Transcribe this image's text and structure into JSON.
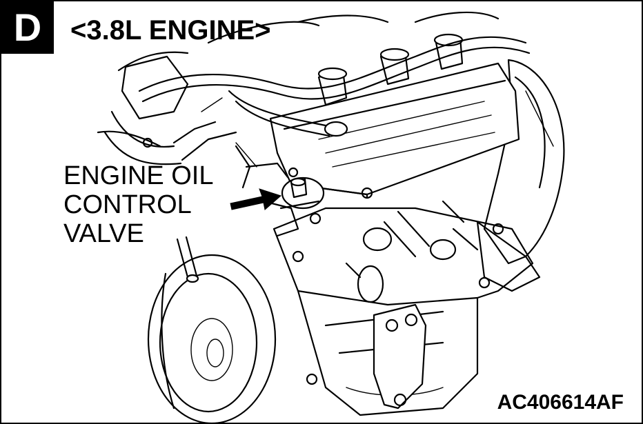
{
  "panel_letter": "D",
  "title": "<3.8L ENGINE>",
  "callout": {
    "line1": "ENGINE OIL",
    "line2": "CONTROL",
    "line3": "VALVE"
  },
  "figure_code": "AC406614AF",
  "colors": {
    "ink": "#000000",
    "paper": "#ffffff"
  }
}
